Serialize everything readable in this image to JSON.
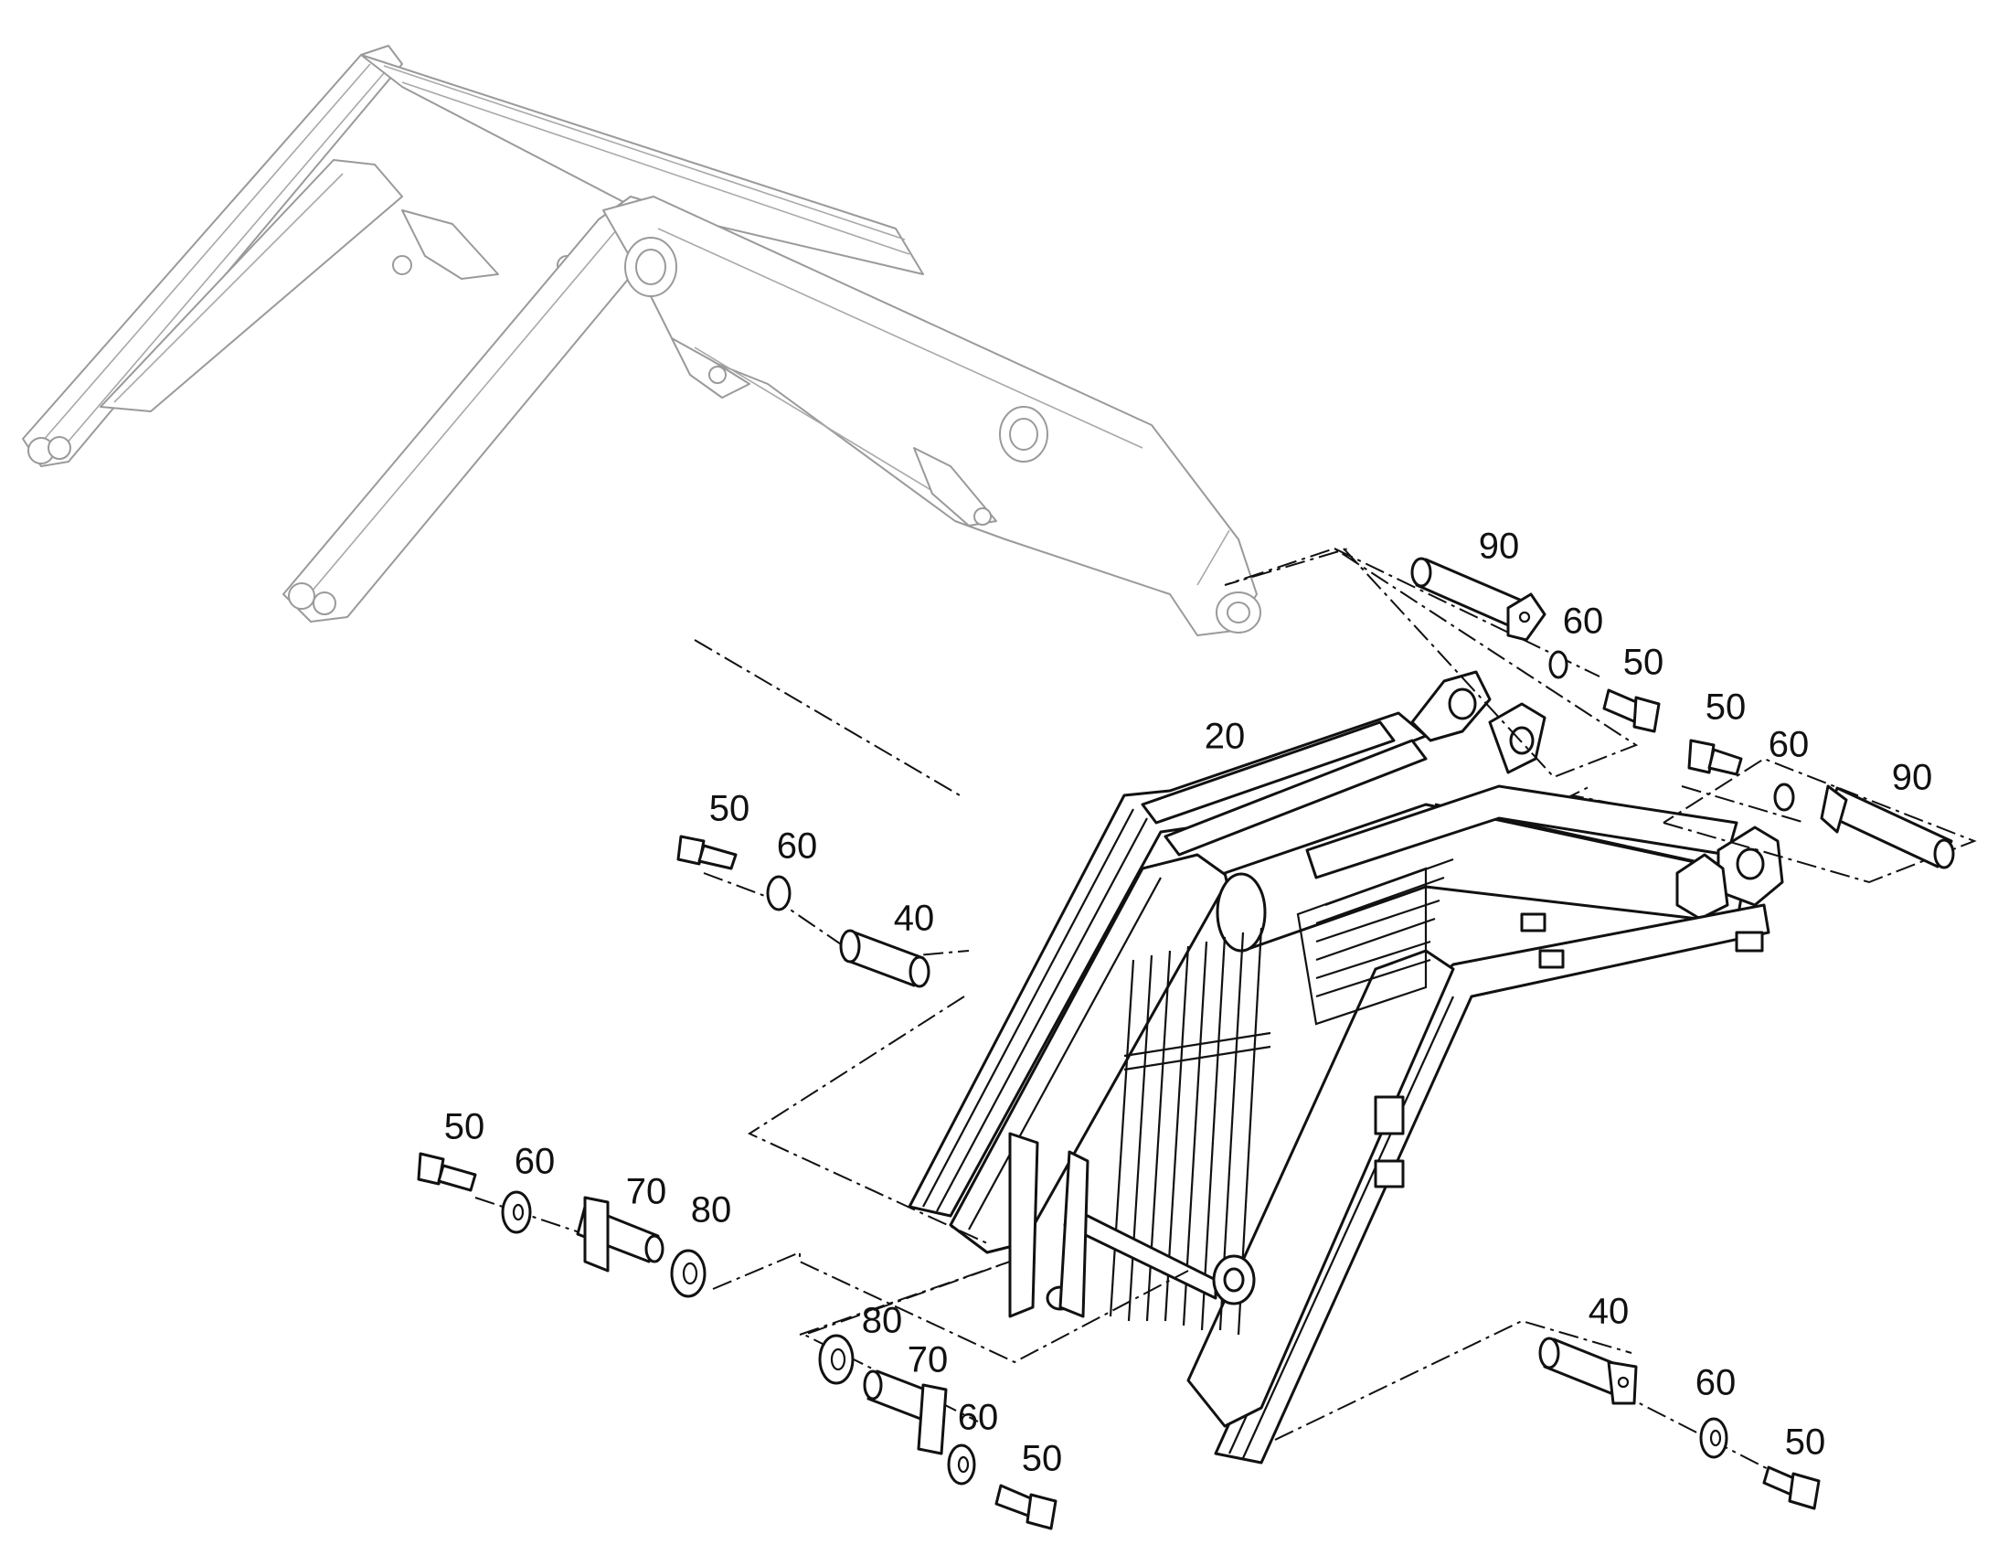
{
  "callouts": {
    "c20": "20",
    "c40_left": "40",
    "c40_right": "40",
    "c50_a": "50",
    "c50_b": "50",
    "c50_c": "50",
    "c50_d": "50",
    "c50_e": "50",
    "c50_f": "50",
    "c60_a": "60",
    "c60_b": "60",
    "c60_c": "60",
    "c60_d": "60",
    "c60_e": "60",
    "c60_f": "60",
    "c70_a": "70",
    "c70_b": "70",
    "c80_a": "80",
    "c80_b": "80",
    "c90_a": "90",
    "c90_b": "90"
  },
  "colors": {
    "line": "#111111",
    "ghost": "#9a9a9a",
    "background": "#ffffff"
  }
}
